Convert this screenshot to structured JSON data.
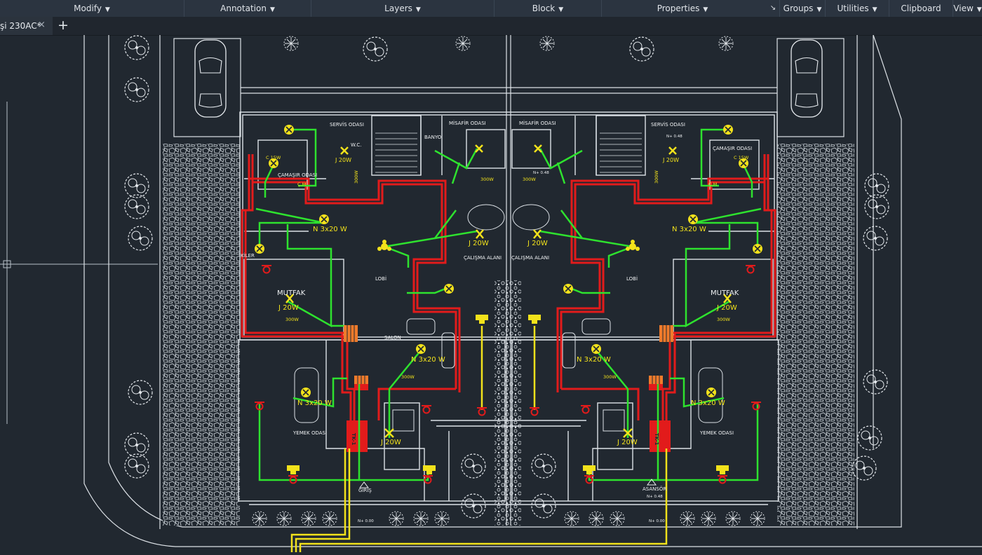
{
  "ribbon": {
    "panels": [
      {
        "label": "Modify"
      },
      {
        "label": "Annotation"
      },
      {
        "label": "Layers"
      },
      {
        "label": "Block"
      },
      {
        "label": "Properties"
      },
      {
        "label": "Groups"
      },
      {
        "label": "Utilities"
      },
      {
        "label": "Clipboard"
      },
      {
        "label": "View"
      }
    ]
  },
  "tabs": {
    "document": "şi 230AC*",
    "close": "×",
    "new": "+"
  },
  "drawing": {
    "rooms": {
      "servis_left": "SERVİS ODASI",
      "misafir_left": "MİSAFİR ODASI",
      "banyo": "BANYO",
      "misafir_right": "MİSAFİR ODASI",
      "servis_right": "SERVİS ODASI",
      "camasir_left": "ÇAMAŞIR ODASI",
      "camasir_right": "ÇAMAŞIR ODASI",
      "calisma_left": "ÇALIŞMA ALANI",
      "calisma_right": "ÇALIŞMA ALANI",
      "lobi_left": "LOBİ",
      "lobi_right": "LOBİ",
      "mutfak_left": "MUTFAK",
      "mutfak_right": "MUTFAK",
      "salon": "SALON",
      "yemek_left": "YEMEK ODASI",
      "yemek_right": "YEMEK ODASI",
      "giris": "GİRİŞ",
      "asansor": "ASANSÖR",
      "kiler": "KİLER",
      "wc": "W.C."
    },
    "fixtures": {
      "n3x20_a": "N 3x20 W",
      "n3x20_b": "N 3x20 W",
      "n3x20_c": "N 3x20 W",
      "n3x20_d": "N 3x20 W",
      "n3x20_e": "N 3x20 W",
      "n3x20_f": "N 3x20 W",
      "j20_a": "J 20W",
      "j20_b": "J 20W",
      "j20_c": "J 20W",
      "j20_d": "J 20W",
      "j20_e": "J 20W",
      "j20_f": "J 20W",
      "j20_g": "J 20W",
      "j20_h": "J 20W",
      "p300_a": "300W",
      "p300_b": "300W",
      "p300_c": "300W",
      "p300_d": "300W",
      "p300_e": "300W",
      "p300_f": "300W",
      "p300_g": "300W",
      "p300_h": "300W",
      "c15_a": "C 15W",
      "c15_b": "C 15W",
      "cm_a": "Ç.M",
      "cm_b": "Ç.M",
      "lvl_a": "N+ 0.00",
      "lvl_b": "N+ 0.00",
      "lvl_c": "N+ 0.48",
      "lvl_d": "N+ 0.48",
      "lvl_e": "N+ 0.48",
      "tk_a": "TK-1",
      "tk_b": "TK-1"
    }
  },
  "colors": {
    "background": "#212830",
    "wall": "#d9dee4",
    "wire_red": "#e21b1b",
    "wire_green": "#2ee22e",
    "wire_yellow": "#f2e21b",
    "text": "#eef0f2"
  }
}
